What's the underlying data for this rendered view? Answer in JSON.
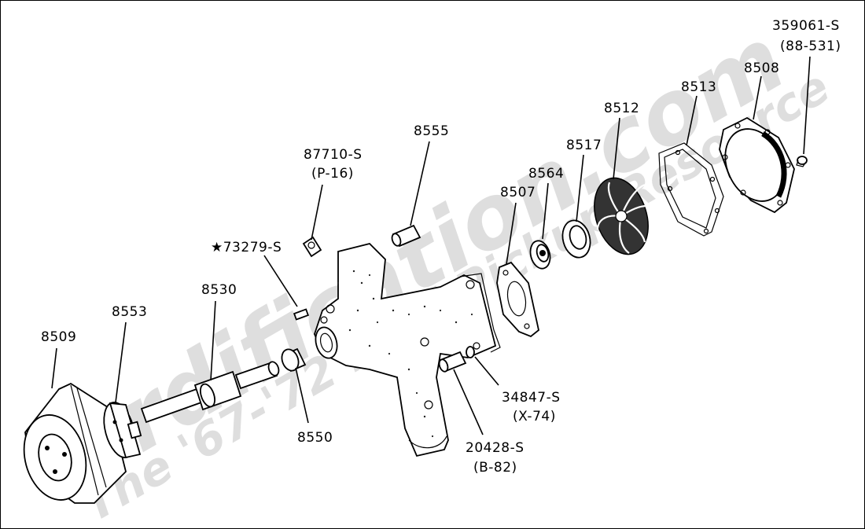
{
  "watermark": {
    "main": "fordification.com",
    "sub": "The '67-'72 Ford Pickup Resource"
  },
  "labels": {
    "p359061": "359061-S",
    "p359061_sub": "(88-531)",
    "p8508": "8508",
    "p8513": "8513",
    "p8512": "8512",
    "p8517": "8517",
    "p8564": "8564",
    "p8507": "8507",
    "p8555": "8555",
    "p87710": "87710-S",
    "p87710_sub": "(P-16)",
    "p73279": "★73279-S",
    "p8530": "8530",
    "p8553": "8553",
    "p8509": "8509",
    "p8550": "8550",
    "p34847": "34847-S",
    "p34847_sub": "(X-74)",
    "p20428": "20428-S",
    "p20428_sub": "(B-82)"
  }
}
